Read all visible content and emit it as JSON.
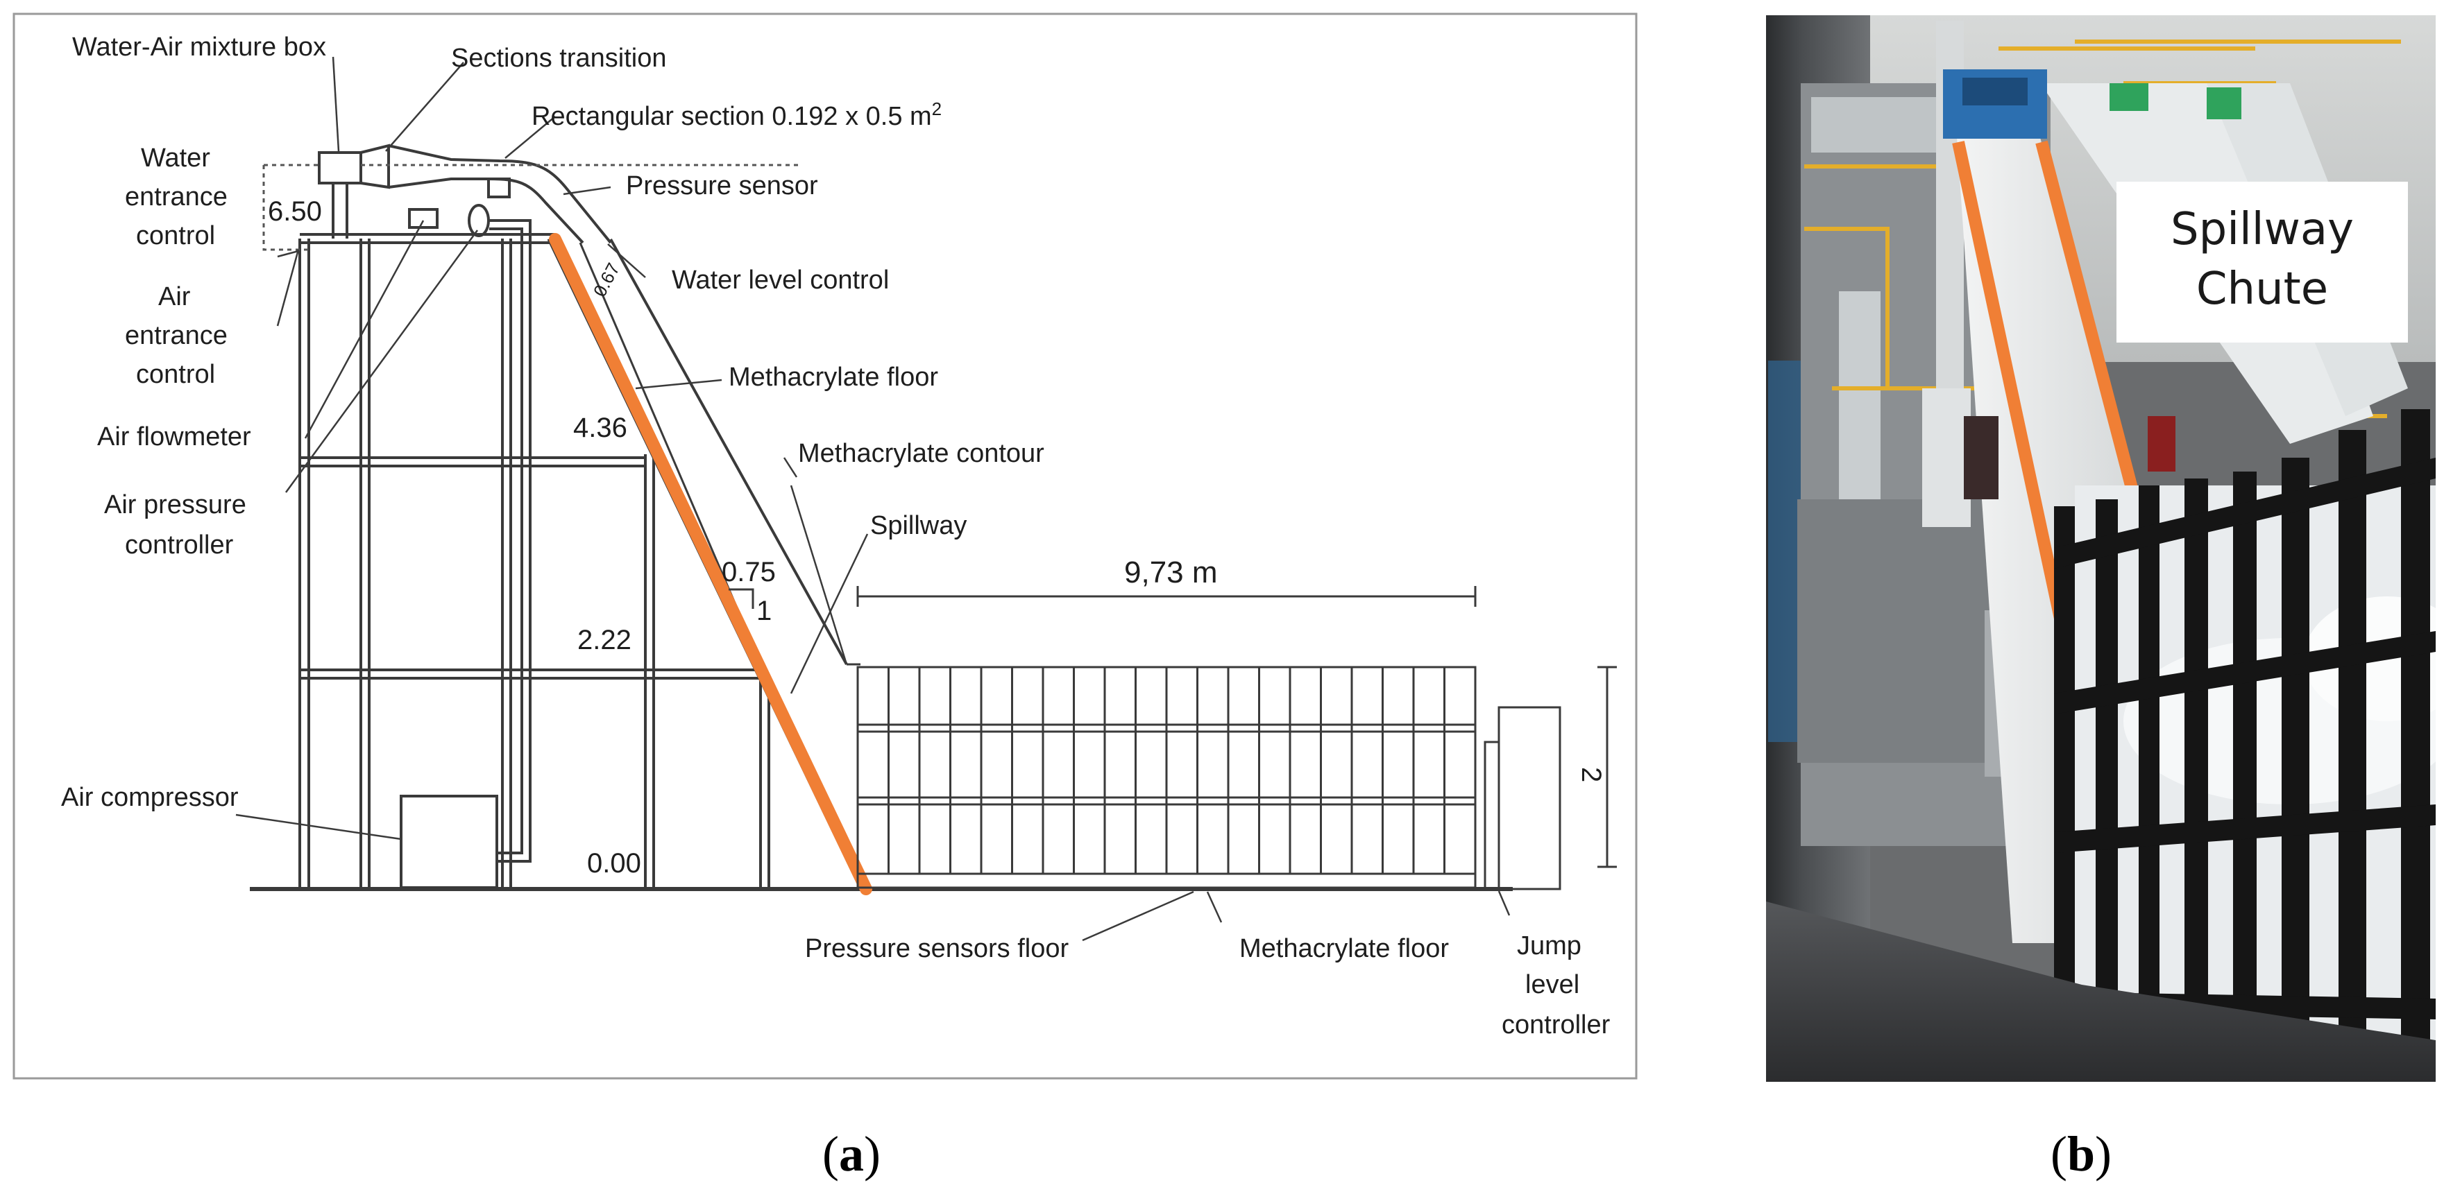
{
  "panel_a": {
    "labels": {
      "water_air_box": "Water-Air mixture box",
      "sections_transition": "Sections transition",
      "rect_section": "Rectangular section 0.192 x 0.5 m",
      "rect_section_sup": "2",
      "water_entrance_1": "Water",
      "water_entrance_2": "entrance",
      "water_entrance_3": "control",
      "pressure_sensor": "Pressure sensor",
      "air_entrance_1": "Air",
      "air_entrance_2": "entrance",
      "air_entrance_3": "control",
      "water_level": "Water level control",
      "methacrylate_floor_top": "Methacrylate floor",
      "air_flowmeter": "Air flowmeter",
      "methacrylate_contour": "Methacrylate contour",
      "air_pressure_1": "Air pressure",
      "air_pressure_2": "controller",
      "spillway": "Spillway",
      "air_compressor": "Air compressor",
      "pressure_sensors_floor": "Pressure sensors floor",
      "methacrylate_floor_bottom": "Methacrylate floor",
      "jump_1": "Jump",
      "jump_2": "level",
      "jump_3": "controller"
    },
    "dimensions": {
      "elev_650": "6.50",
      "elev_436": "4.36",
      "elev_222": "2.22",
      "elev_000": "0.00",
      "width_067": "0.67",
      "slope_075": "0.75",
      "slope_1": "1",
      "length": "9,73 m",
      "height_2": "2"
    },
    "accent_color": "#f07f35"
  },
  "panel_b": {
    "label_1": "Spillway",
    "label_2": "Chute"
  },
  "captions": {
    "a": "a",
    "b": "b"
  }
}
